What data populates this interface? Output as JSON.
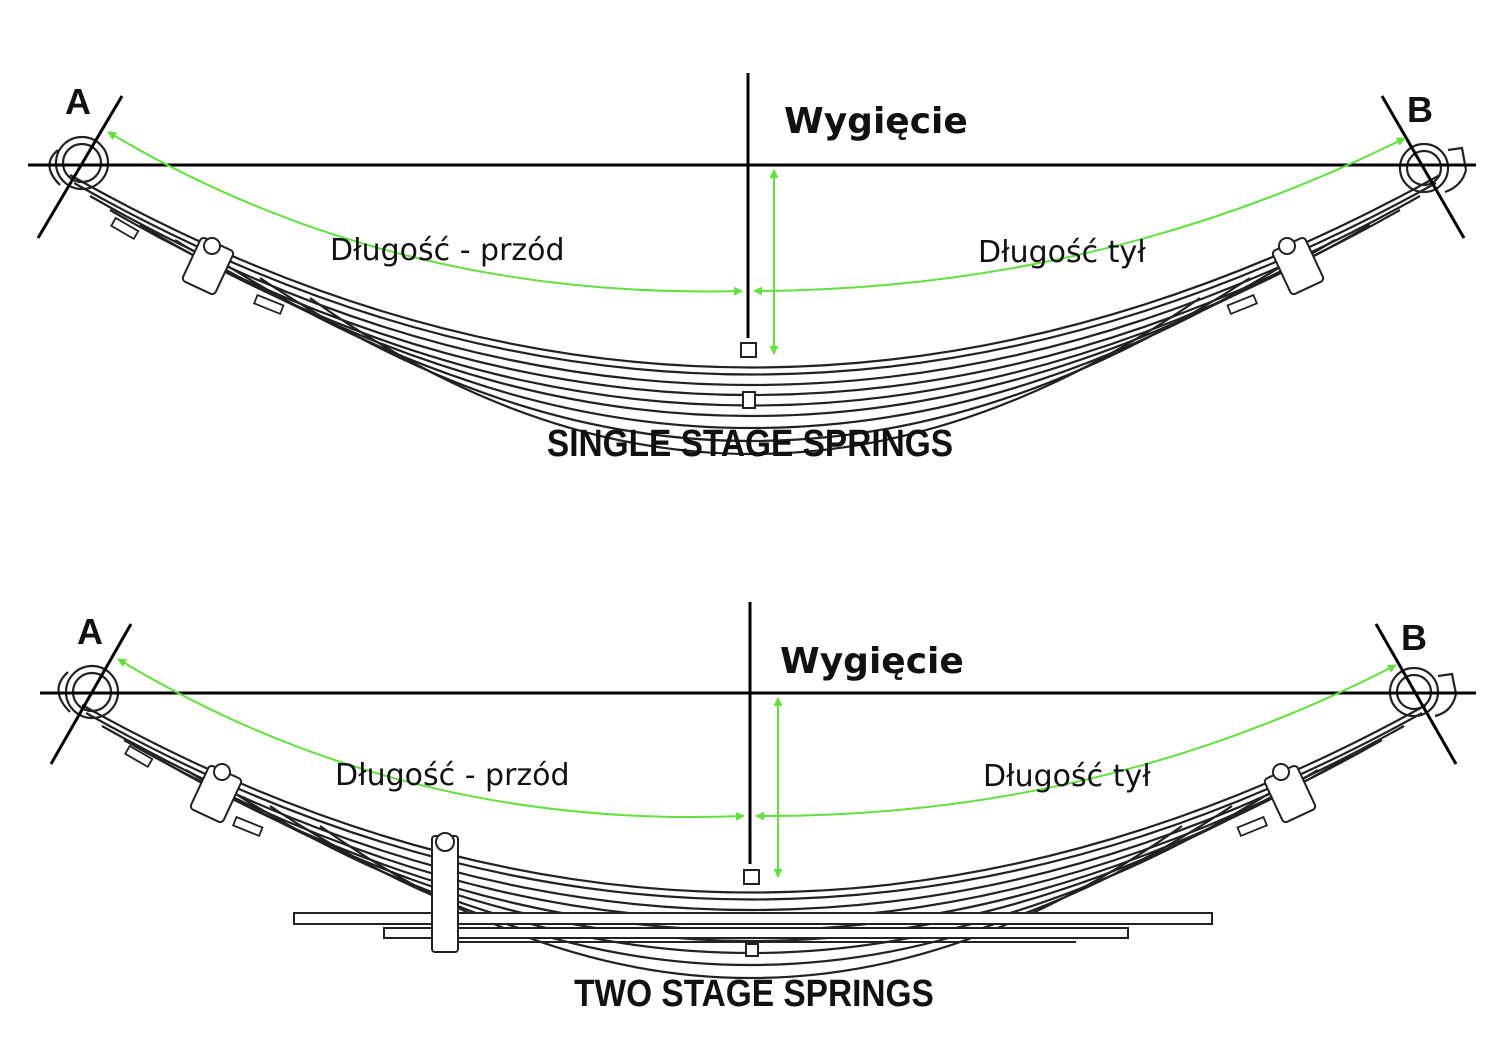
{
  "accent_color": "#5fe23a",
  "line_color": "#000000",
  "panels": [
    {
      "id": "single",
      "point_a": "A",
      "point_b": "B",
      "camber_label": "Wygięcie",
      "front_length_label": "Długość - przód",
      "rear_length_label": "Długość tył",
      "title": "SINGLE STAGE SPRINGS"
    },
    {
      "id": "two",
      "point_a": "A",
      "point_b": "B",
      "camber_label": "Wygięcie",
      "front_length_label": "Długość - przód",
      "rear_length_label": "Długość tył",
      "title": "TWO STAGE SPRINGS"
    }
  ]
}
